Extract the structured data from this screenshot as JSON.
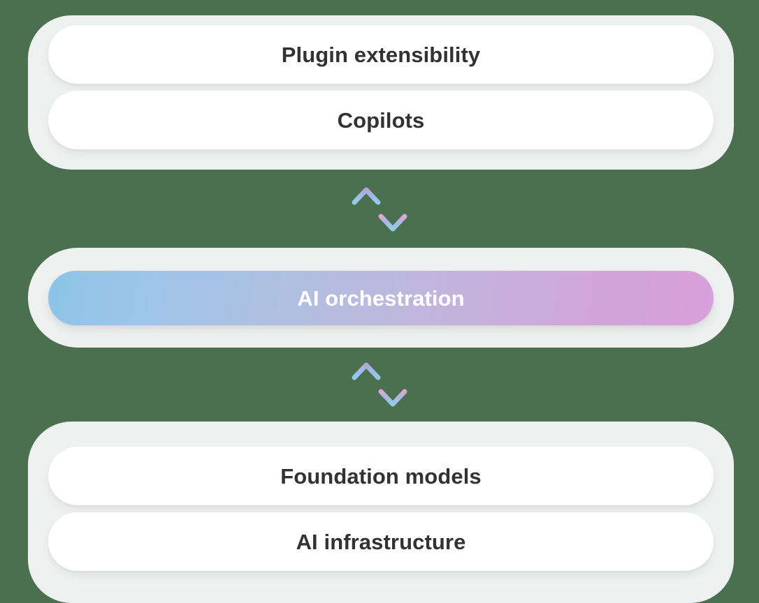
{
  "background_color": "#4a7050",
  "panel_color": "#eff0f0",
  "pill_color": "#ffffff",
  "text_color": "#323232",
  "gradient_start_color": "#8cc3e8",
  "gradient_end_color": "#d9a0dc",
  "arrow_top_color": "#b9a3dd",
  "arrow_bottom_color": "#8ecdea",
  "arrow_pink_color": "#d9a7d8",
  "layers": {
    "top_group": {
      "rows": [
        {
          "label": "Plugin extensibility"
        },
        {
          "label": "Copilots"
        }
      ]
    },
    "middle_group": {
      "rows": [
        {
          "label": "AI orchestration"
        }
      ]
    },
    "bottom_group": {
      "rows": [
        {
          "label": "Foundation models"
        },
        {
          "label": "AI infrastructure"
        }
      ]
    }
  },
  "connectors": [
    {
      "name": "bidirectional-arrows-upper",
      "icon": "arrows-up-down-icon"
    },
    {
      "name": "bidirectional-arrows-lower",
      "icon": "arrows-up-down-icon"
    }
  ]
}
